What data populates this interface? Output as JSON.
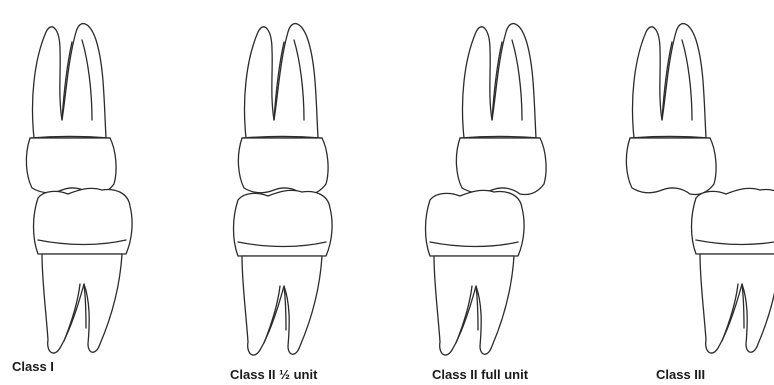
{
  "panels": [
    {
      "label": "Class I"
    },
    {
      "label": "Class II ½ unit"
    },
    {
      "label": "Class II full unit"
    },
    {
      "label": "Class III"
    }
  ]
}
